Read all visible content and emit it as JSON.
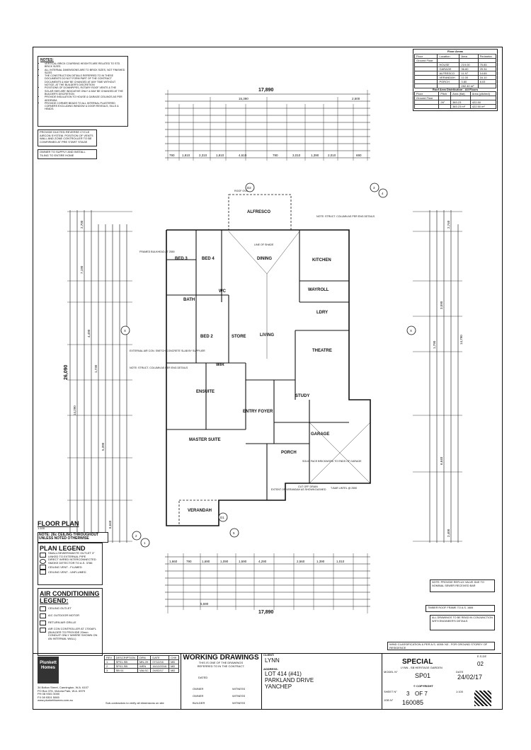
{
  "notes": {
    "title": "NOTES:",
    "items": [
      "VERTICAL BRICK COURSING HEIGHTS ARE RELATED TO STD BRICK SIZES",
      "ALL INTERNAL DIMENSIONS ARE TO BRICK SIZES, NOT FINISHED SIZES",
      "THE CONSTRUCTION DETAILS REFERRED TO IN THESE DOCUMENTS DO NOT FORM PART OF THE CONTRACT DOCUMENTS & MAY BE CHANGED AT ANY TIME WITHOUT NOTICE, AT THE BUILDER'S DISCRETION",
      "POSITIONS OF DOWNPIPES, ROTARY ROOF VENTS & THE SOLAR HWS ARE INDICATIVE ONLY & MAY BE CHANGED AT THE BUILDER'S DISCRETION",
      "PROVIDE INSULATION TO HOUSE & GARAGE CEILINGS AS PER ADDENDA",
      "PROVIDE CORNER BEADS TO ALL INTERNAL PLASTERED CORNERS EXCLUDING WINDOW & DOOR REVEALS, SILLS & HEADS."
    ],
    "extra": "PROVIDE DUCTED REVERSE CYCLE AIRCON SYSTEM. POSITION OF VENTS WALL AND ZONE CONTROLLER TO BE CONFIRMED AT PRE START STAGE",
    "owner": "OWNER TO SUPPLY AND INSTALL TILING TO ENTIRE HOME"
  },
  "floor_areas": {
    "title": "Floor Areas",
    "headers": [
      "Floor",
      "Location",
      "Area",
      "Perimeter"
    ],
    "rows": [
      [
        "Ground Floor",
        "",
        "",
        ""
      ],
      [
        "",
        "HOUSE",
        "219.00",
        "75.85"
      ],
      [
        "",
        "GARAGE",
        "36.60",
        "25.34"
      ],
      [
        "",
        "ALFRESCO",
        "11.97",
        "14.65"
      ],
      [
        "",
        "VERANDAH",
        "11.00",
        "16.10"
      ],
      [
        "",
        "PORCH",
        "3.80",
        "8.03"
      ],
      [
        "",
        "",
        "282.40 m²",
        ""
      ]
    ],
    "roof_title": "Roof Area Distribution - All Floors",
    "roof_headers": [
      "Floor",
      "Pitch",
      "Area (flat)",
      "Area (pitched)"
    ],
    "roof_rows": [
      [
        "Ground Floor",
        "",
        "",
        ""
      ],
      [
        "",
        "26°",
        "383.23",
        "422.50"
      ],
      [
        "",
        "",
        "383.23 m²",
        "422.50 m²"
      ]
    ]
  },
  "plan": {
    "rooms": [
      {
        "key": "alfresco",
        "label": "ALFRESCO"
      },
      {
        "key": "bed3",
        "label": "BED 3"
      },
      {
        "key": "bed4",
        "label": "BED 4"
      },
      {
        "key": "dining",
        "label": "DINING"
      },
      {
        "key": "kitchen",
        "label": "KITCHEN"
      },
      {
        "key": "bath",
        "label": "BATH"
      },
      {
        "key": "wc",
        "label": "WC"
      },
      {
        "key": "wayroll",
        "label": "WAYROLL"
      },
      {
        "key": "ldry",
        "label": "LDRY"
      },
      {
        "key": "bed2",
        "label": "BED 2"
      },
      {
        "key": "store",
        "label": "STORE"
      },
      {
        "key": "living",
        "label": "LIVING"
      },
      {
        "key": "theatre",
        "label": "THEATRE"
      },
      {
        "key": "wir",
        "label": "WIR"
      },
      {
        "key": "ensuite",
        "label": "ENSUITE"
      },
      {
        "key": "entry",
        "label": "ENTRY FOYER"
      },
      {
        "key": "study",
        "label": "STUDY"
      },
      {
        "key": "master",
        "label": "MASTER SUITE"
      },
      {
        "key": "porch",
        "label": "PORCH"
      },
      {
        "key": "garage",
        "label": "GARAGE"
      },
      {
        "key": "verandah",
        "label": "VERANDAH"
      }
    ],
    "dim_top_overall": "17,890",
    "dim_top_a": "15,390",
    "dim_top_b": "2,500",
    "dim_bottom_overall": "17,890",
    "dim_bottom_a": "5,590",
    "dim_left_overall": "26,090",
    "dim_left_a": "14,290",
    "dim_right_a": "14,790",
    "markers": [
      "D2",
      "D1",
      "X",
      "X",
      "3",
      "4",
      "2",
      "1",
      "5"
    ],
    "top_row_dims": [
      "790",
      "1,810",
      "2,310",
      "1,810",
      "4,610",
      "790",
      "3,010",
      "1,390",
      "2,010",
      "690"
    ],
    "bottom_row_dims": [
      "1,660",
      "790",
      "1,690",
      "1,090",
      "1,590",
      "4,290",
      "2,560",
      "1,390",
      "1,010"
    ],
    "left_row_dims": [
      "2,700",
      "7,190",
      "4,490",
      "1,730",
      "5,390",
      "6,640"
    ],
    "right_row_dims": [
      "2,740",
      "3,590",
      "1,790",
      "6,640",
      "2,400"
    ],
    "annotations": [
      "ROOF OVER",
      "EXTERNAL AIR CON. SWITCH CONCRETE SLAB BY SUPPLIER",
      "NOTE: STRUCT. COLUMN AS PER ENG DETAILS",
      "LINE OF SHADE",
      "FRAMED BULKHEAD AT 2550",
      "T-BAR LINTEL @ 2550",
      "SOLID FACE BRICKWORK TO ENDS OF GARAGE",
      "NOTE: STRUCT. COLUMN AS PER ENG DETAILS",
      "CUT OFF DRAIN",
      "EXTENT OF VERANDAH AS SHOWN DASHED"
    ]
  },
  "floor_plan_label": {
    "title": "FLOOR PLAN",
    "scale": "1:100",
    "note": "NOTE: 26c CEILING THROUGHOUT UNLESS NOTED OTHERWISE"
  },
  "plan_legend": {
    "title": "PLAN LEGEND",
    "items": [
      "SMALL/SEWER/WASTE OUTLET 3\" LINKED TO EXTERNAL PIPE",
      "DIRECT WIRED INTERCONNECTED SMOKE DETECTOR TO A.S. 3786",
      "CEILING VENT - FLUMED",
      "CEILING VENT - UNFLUMED"
    ]
  },
  "aircon_legend": {
    "title": "AIR CONDITIONING LEGEND:",
    "items": [
      "CEILING OUTLET",
      "A/C OUTDOOR MOTOR",
      "RETURN AIR GRILLE",
      "AIR CON CONTROLLER AT 1700AFL (BUILDER TO PROVIDE 20mm CONDUIT ONLY WHERE SHOWN ON AN INTERNAL WALL)"
    ]
  },
  "right_notes": [
    "NOTE: PROVIDE REFLUX VALVE DUE TO NOMINAL SEWER RECEIVED BAR",
    "TIMBER ROOF FRAME TO A.S. 1684",
    "ALL DRAWINGS TO BE READ IN CONJUNCTION WITH ENGINEER'S DETAILS",
    "COPYRIGHT"
  ],
  "wind_class": "WIND CLASSIFICATION & PER A.S. 4055: N3 - FOR GROUND STOREY OF RESIDENCE",
  "title_block": {
    "company": "Plunkett Homes",
    "address_lines": [
      "34 Bolton Street, Cannington, W.A. 6107",
      "PO Box 376, Victoria Park, W.A. 6979",
      "PH 08 9301 5000",
      "FX 08 9301 5065",
      "www.plunketthomes.com.au"
    ],
    "rev_headers": [
      "REV",
      "DESCRIPTION",
      "DRN",
      "DATE",
      "CHK"
    ],
    "rev_rows": [
      [
        "1",
        "SP01-SB",
        "MN-JH",
        "07/12/16",
        "MD"
      ],
      [
        "2",
        "SP01-SB",
        "WEN",
        "16/12/2016",
        "MD"
      ],
      [
        "3",
        "SB 01",
        "VALSC",
        "24/02/17",
        "MD"
      ]
    ],
    "sub_note": "Sub-contractors to verify all dimensions on site",
    "working_drawings": "WORKING DRAWINGS",
    "wd_sub1": "THIS IS ONE OF THE DRAWINGS",
    "wd_sub2": "REFERRED TO IN THE CONTRACT.",
    "dated_label": "DATED",
    "owner_label": "OWNER",
    "witness_label": "WITNESS",
    "builder_label": "BUILDER",
    "client_label": "CLIENT:",
    "client": "LYNN",
    "address_label": "ADDRESS:",
    "address1": "LOT 414 (#41)",
    "address2": "PARKLAND DRIVE",
    "address3": "YANCHEP",
    "design": "SPECIAL",
    "design_sub": "LYNN - SB HERITAGE GARDEN",
    "revision": "02",
    "model_label": "MODEL N°",
    "model": "SP01",
    "date_label": "DATE",
    "date": "24/02/17",
    "copyright": "© COPYRIGHT",
    "sheet_label": "SHEET N°",
    "sheet_num": "3",
    "sheet_of": "OF 7",
    "scale": "1:100",
    "job_label": "JOB N°",
    "job": "160085",
    "ese": "E.S.DE"
  }
}
